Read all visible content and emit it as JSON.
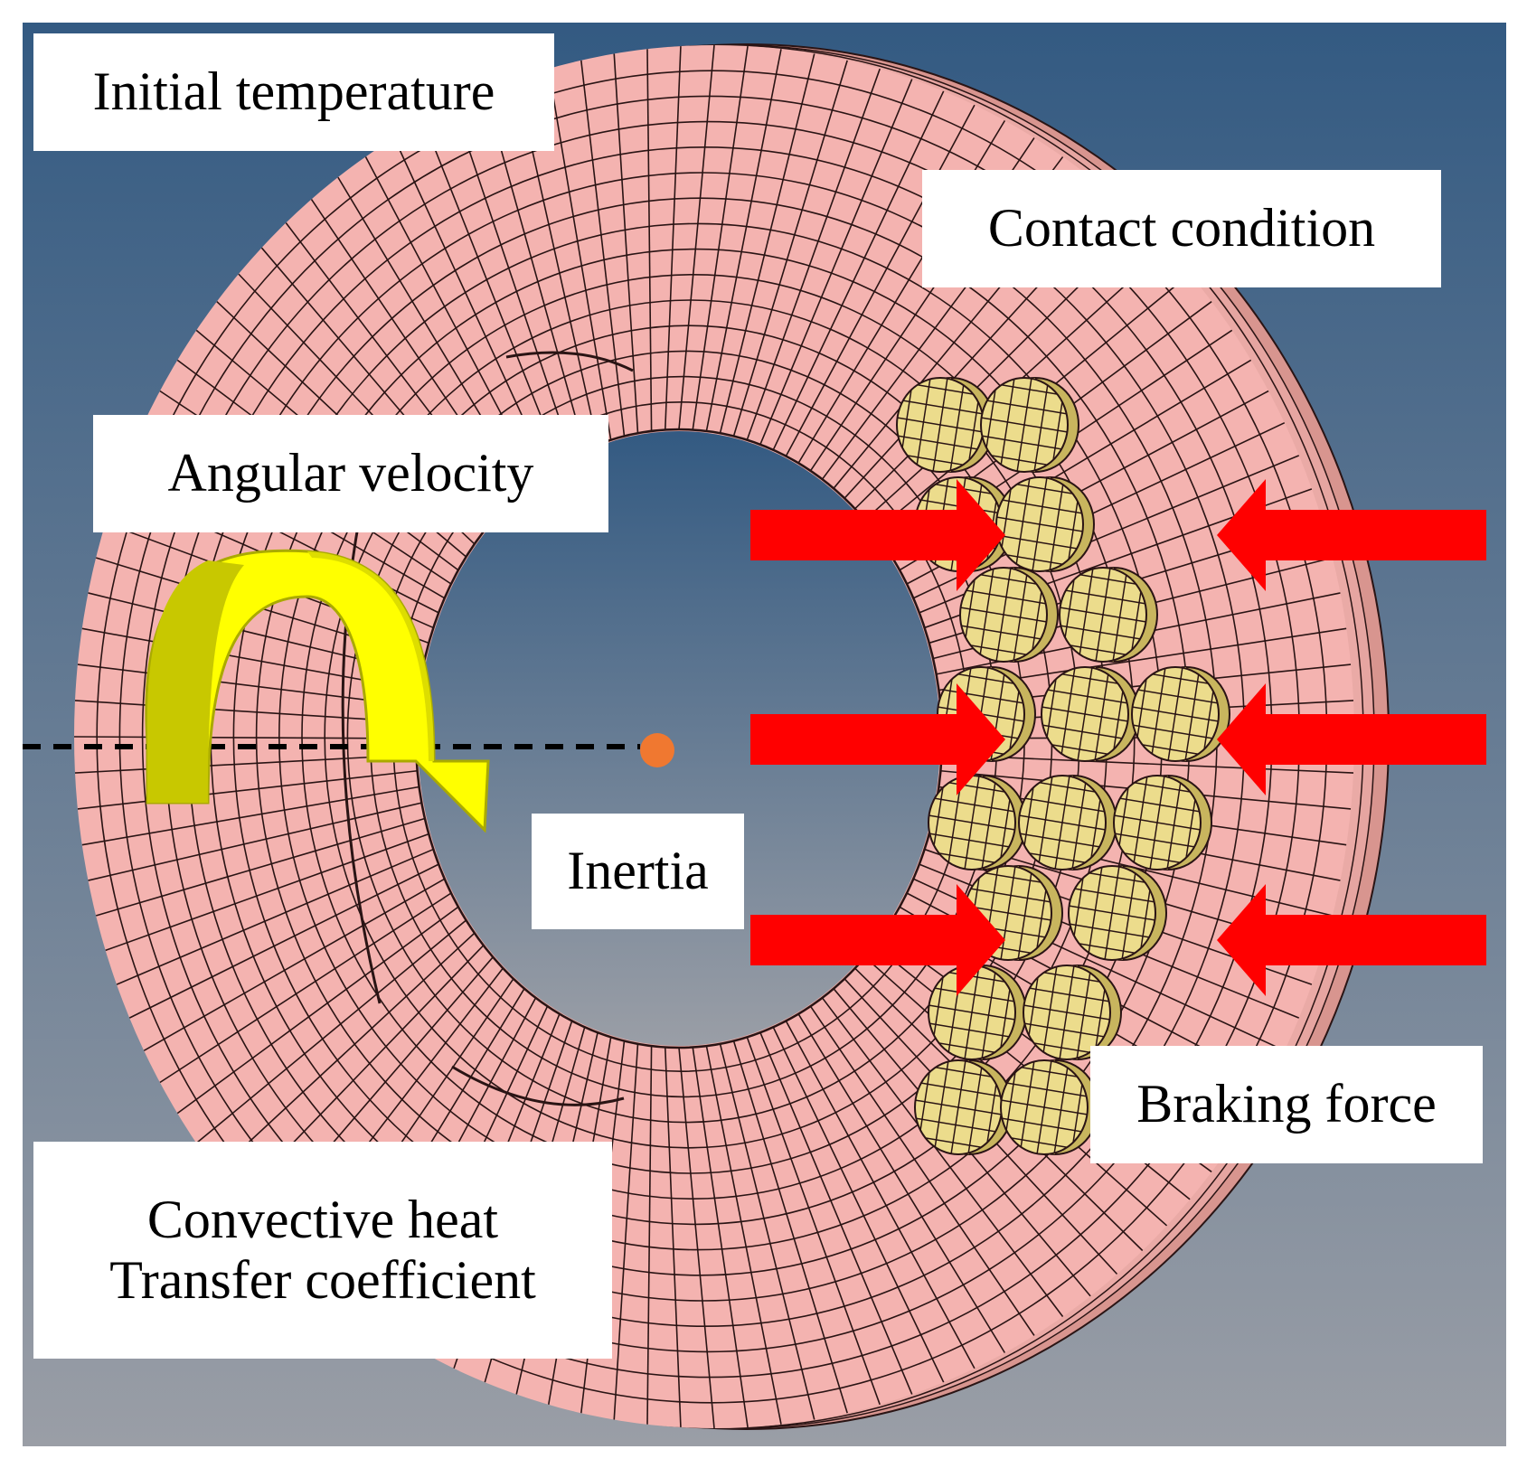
{
  "labels": {
    "initial_temperature": "Initial temperature",
    "contact_condition": "Contact condition",
    "angular_velocity": "Angular velocity",
    "inertia": "Inertia",
    "braking_force": "Braking force",
    "convective_line1": "Convective heat",
    "convective_line2": "Transfer coefficient"
  },
  "colors": {
    "background_top": "#335a82",
    "background_bottom": "#9a9ea6",
    "disc_face": "#f4b3b0",
    "disc_side": "#dd9c98",
    "mesh_line": "#2a1414",
    "pad_face": "#ecdc8c",
    "pad_side": "#c8b55e",
    "force_arrow": "#ff0000",
    "rotation_arrow": "#ffff00",
    "rotation_arrow_shadow": "#cccc00",
    "center_point": "#f07830",
    "label_background": "#ffffff"
  }
}
